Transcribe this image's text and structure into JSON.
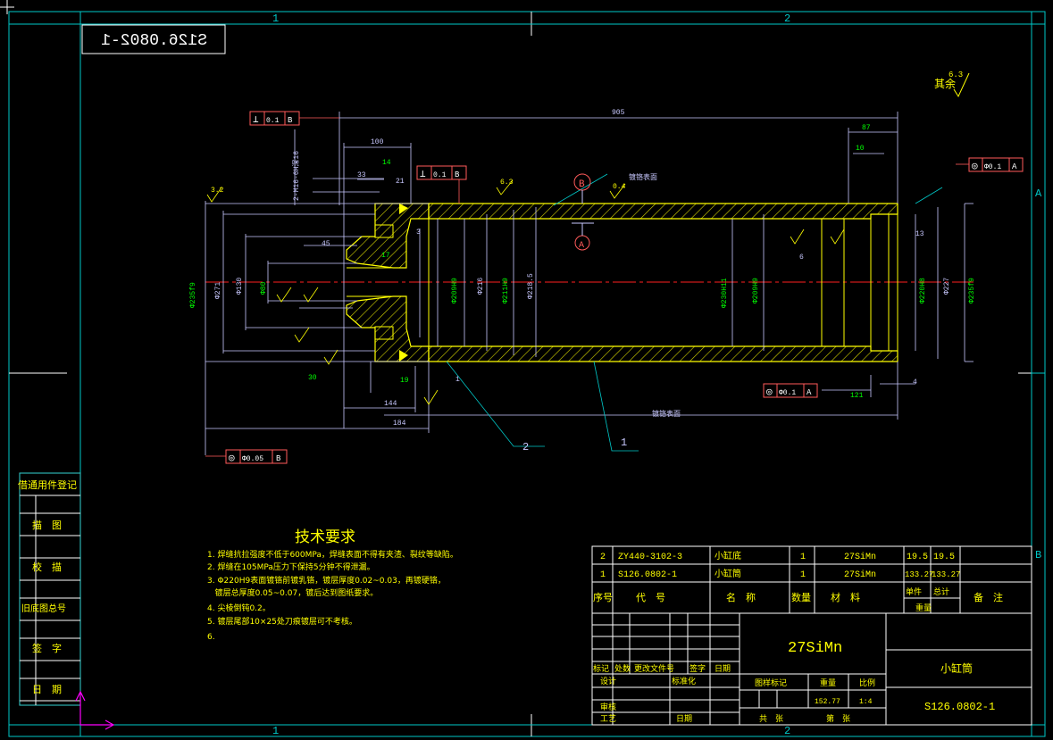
{
  "colors": {
    "background": "#000000",
    "frame": "#00c8c8",
    "white": "#ffffff",
    "part": "#ffff00",
    "hatch": "#d4d400",
    "tolerance": "#ff5a5a",
    "centerline": "#ff2020",
    "dimension": "#c8c8ff",
    "dimtext": "#00ff00",
    "text": "#ffff00",
    "axis_y": "#00ff00",
    "axis_x": "#ff00ff"
  },
  "zone_labels": {
    "top_1": "1",
    "top_2": "2",
    "bottom_1": "1",
    "bottom_2": "2",
    "right_a": "A",
    "right_b": "B"
  },
  "mirror_code": "S126.0802-1",
  "surface_finish": {
    "other": "其余",
    "other_value": "6.3"
  },
  "tolerance_frames": {
    "f1": {
      "symbol": "⊥",
      "value": "0.1",
      "datum": "B"
    },
    "f2": {
      "symbol": "⊥",
      "value": "0.1",
      "datum": "B"
    },
    "f3": {
      "symbol": "◎",
      "value": "Φ0.1",
      "datum": "A"
    },
    "f4": {
      "symbol": "◎",
      "value": "Φ0.1",
      "datum": "A"
    },
    "f5": {
      "symbol": "◎",
      "value": "Φ0.05",
      "datum": "B"
    }
  },
  "datum_labels": {
    "b": "B",
    "a": "A"
  },
  "dimensions": {
    "overall": "905",
    "d100": "100",
    "d33": "33",
    "d87": "87",
    "d10": "10",
    "d13": "13",
    "d144": "144",
    "d184": "184",
    "d4": "4",
    "d121": "121",
    "d30": "30",
    "d19": "19",
    "d1": "1",
    "d3": "3",
    "d6": "6",
    "d45": "45",
    "d14": "14",
    "d21": "21",
    "d17": "17",
    "dia235": "Φ235f9",
    "dia271": "Φ271",
    "dia130": "Φ130",
    "dia80": "Φ80",
    "dia209": "Φ209H9",
    "dia216": "Φ216",
    "dia211": "Φ211H9",
    "dia218": "Φ218.5",
    "dia230": "Φ230H11",
    "dia209b": "Φ209H9",
    "dia220": "Φ220H8",
    "dia227": "Φ227",
    "dia235b": "Φ235f9",
    "bolt": "2-M16-6H深16",
    "ra": "3.2",
    "ra2": "6.3",
    "ra3": "0.4",
    "note_top": "镀铬表面",
    "note_bot": "镀铬表面"
  },
  "leaders": {
    "p1": "1",
    "p2": "2"
  },
  "tech": {
    "title": "技术要求",
    "items": [
      "1. 焊缝抗拉强度不低于600MPa，焊缝表面不得有夹渣、裂纹等缺陷。",
      "2. 焊缝在105MPa压力下保持5分钟不得泄漏。",
      "3. Φ220H9表面镀铬前镀乳铬，镀层厚度0.02~0.03，再镀硬铬，",
      "   镀层总厚度0.05~0.07，镀后达到图纸要求。",
      "4. 尖棱倒钝0.2。",
      "5. 镀层尾部10×25处刀痕镀层可不考核。",
      "6."
    ]
  },
  "left_sidebar": [
    "借通用件登记",
    "描　图",
    "校　描",
    "旧底图总号",
    "签　字",
    "日　期"
  ],
  "bom": {
    "rows": [
      {
        "no": "2",
        "code": "ZY440-3102-3",
        "name": "小缸底",
        "qty": "1",
        "material": "27SiMn",
        "unit": "19.5",
        "total": "19.5",
        "remark": ""
      },
      {
        "no": "1",
        "code": "S126.0802-1",
        "name": "小缸筒",
        "qty": "1",
        "material": "27SiMn",
        "unit": "133.27",
        "total": "133.27",
        "remark": ""
      }
    ],
    "headers": {
      "no": "序号",
      "code": "代　号",
      "name": "名　称",
      "qty": "数量",
      "material": "材　料",
      "unit": "单件",
      "total": "总计",
      "weight": "重量",
      "remark": "备　注"
    }
  },
  "title_block": {
    "material": "27SiMn",
    "part_name": "小缸筒",
    "drawing_no": "S126.0802-1",
    "mark": "标记",
    "count": "处数",
    "change_no": "更改文件号",
    "sign": "签字",
    "date": "日期",
    "design": "设计",
    "standard": "标准化",
    "check": "审核",
    "process": "工艺",
    "date2": "日期",
    "stage_mark": "图样标记",
    "weight": "重量",
    "scale": "比例",
    "weight_value": "152.77",
    "scale_value": "1:4",
    "sheets_total": "共　张",
    "sheet_no": "第　张"
  }
}
